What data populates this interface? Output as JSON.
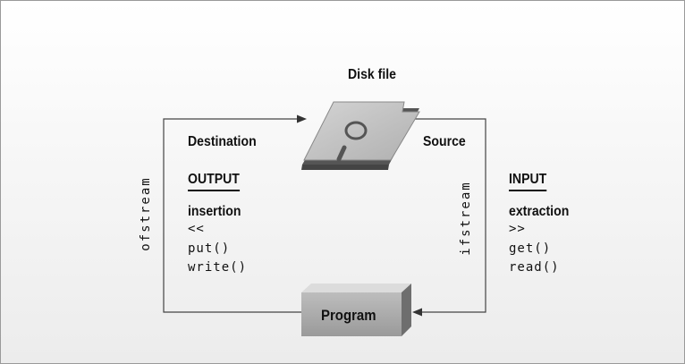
{
  "diagram": {
    "disk_file_label": "Disk file",
    "program_label": "Program",
    "left": {
      "role": "Destination",
      "stream_class": "ofstream",
      "direction": "OUTPUT",
      "operation": "insertion",
      "operator": "<<",
      "functions": [
        "put()",
        "write()"
      ]
    },
    "right": {
      "role": "Source",
      "stream_class": "ifstream",
      "direction": "INPUT",
      "operation": "extraction",
      "operator": ">>",
      "functions": [
        "get()",
        "read()"
      ]
    }
  }
}
